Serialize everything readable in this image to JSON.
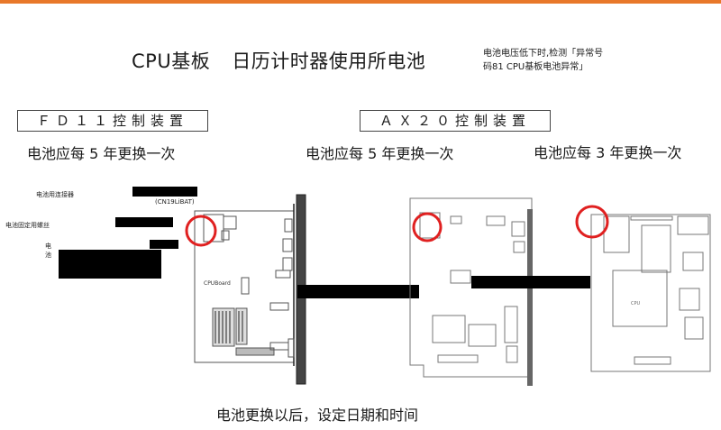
{
  "colors": {
    "accent_bar": "#e8782a",
    "circle": "#e02020"
  },
  "title": {
    "left": "CPU基板",
    "right": "日历计时器使用所电池"
  },
  "note": {
    "line1": "电池电压低下时,检测「异常号",
    "line2": "码81 CPU基板电池异常」"
  },
  "controllers": {
    "fd11": "ＦＤ１１控制装置",
    "ax20": "ＡＸ２０控制装置"
  },
  "replacement": {
    "fd11": "电池应每 5 年更换一次",
    "ax20_a": "电池应每 5 年更换一次",
    "ax20_b": "电池应每 3 年更换一次"
  },
  "fd11_board": {
    "connector_label": "电池用连接器",
    "connector_code": "(CN19LiBAT)",
    "fix_label": "电池固定用螺丝",
    "small_label_1": "电",
    "small_label_2": "池",
    "board_name": "CPUBoard"
  },
  "ax20_board": {
    "chip_label": "CPU"
  },
  "footer": "电池更换以后，设定日期和时间"
}
